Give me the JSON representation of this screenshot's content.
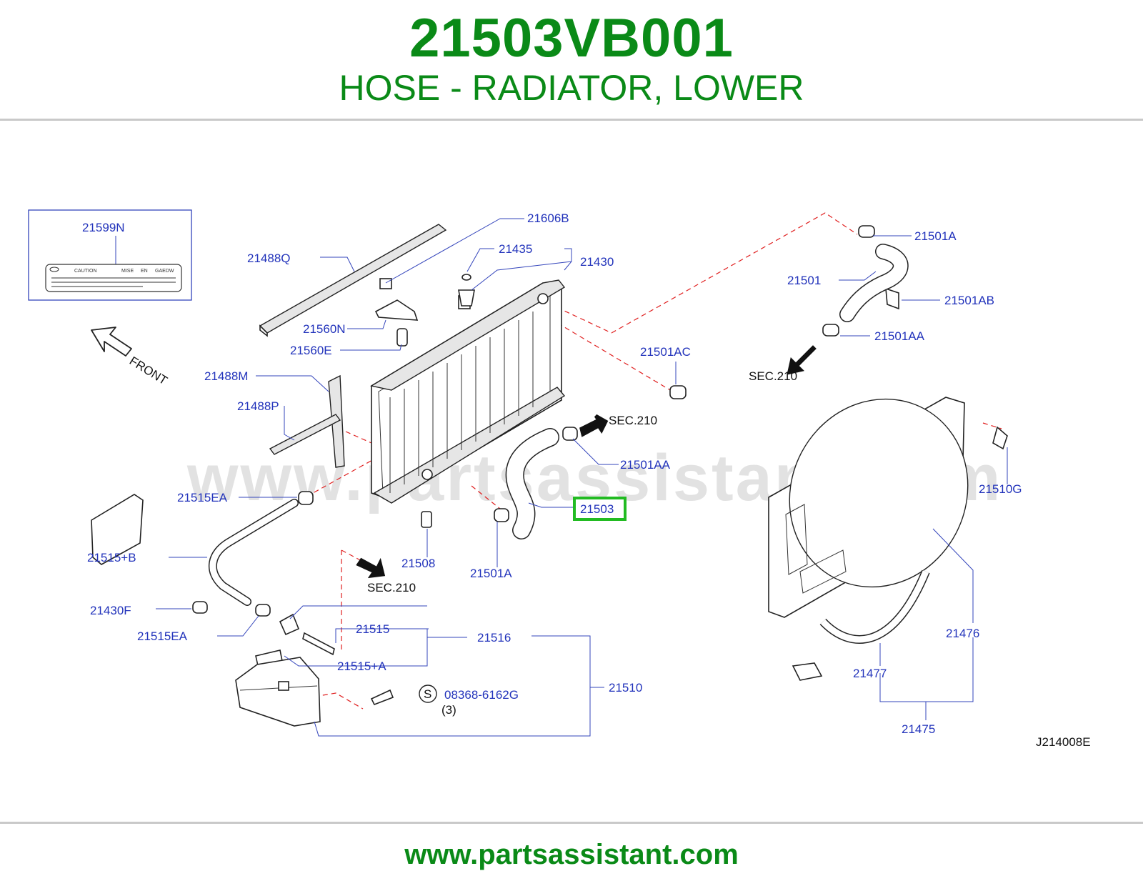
{
  "header": {
    "part_number": "21503VB001",
    "description": "HOSE - RADIATOR, LOWER"
  },
  "footer": {
    "website": "www.partsassistant.com"
  },
  "watermark": "www.partsassistant.com",
  "diagram": {
    "code": "J214008E",
    "front_label": "FRONT",
    "label_plate": {
      "part": "21599N",
      "words": [
        "CAUTION",
        "MISE",
        "EN",
        "GAEDW"
      ]
    },
    "sec_labels": [
      "SEC.210",
      "SEC.210",
      "SEC.210"
    ],
    "highlighted_part": "21503",
    "callouts": [
      "21606B",
      "21435",
      "21430",
      "21488Q",
      "21560N",
      "21560E",
      "21488M",
      "21488P",
      "21501AC",
      "21501A",
      "21501",
      "21501AB",
      "21501AA",
      "21501AA",
      "21515EA",
      "21515+B",
      "21508",
      "21501A",
      "21430F",
      "21515EA",
      "21515",
      "21516",
      "21515+A",
      "08368-6162G",
      "(3)",
      "21510",
      "21510G",
      "21476",
      "21477",
      "21475"
    ],
    "screw_symbol": "S"
  },
  "colors": {
    "title_green": "#0a8a17",
    "callout_blue": "#2233bb",
    "dash_red": "#e02020",
    "highlight_green": "#22bb22"
  }
}
